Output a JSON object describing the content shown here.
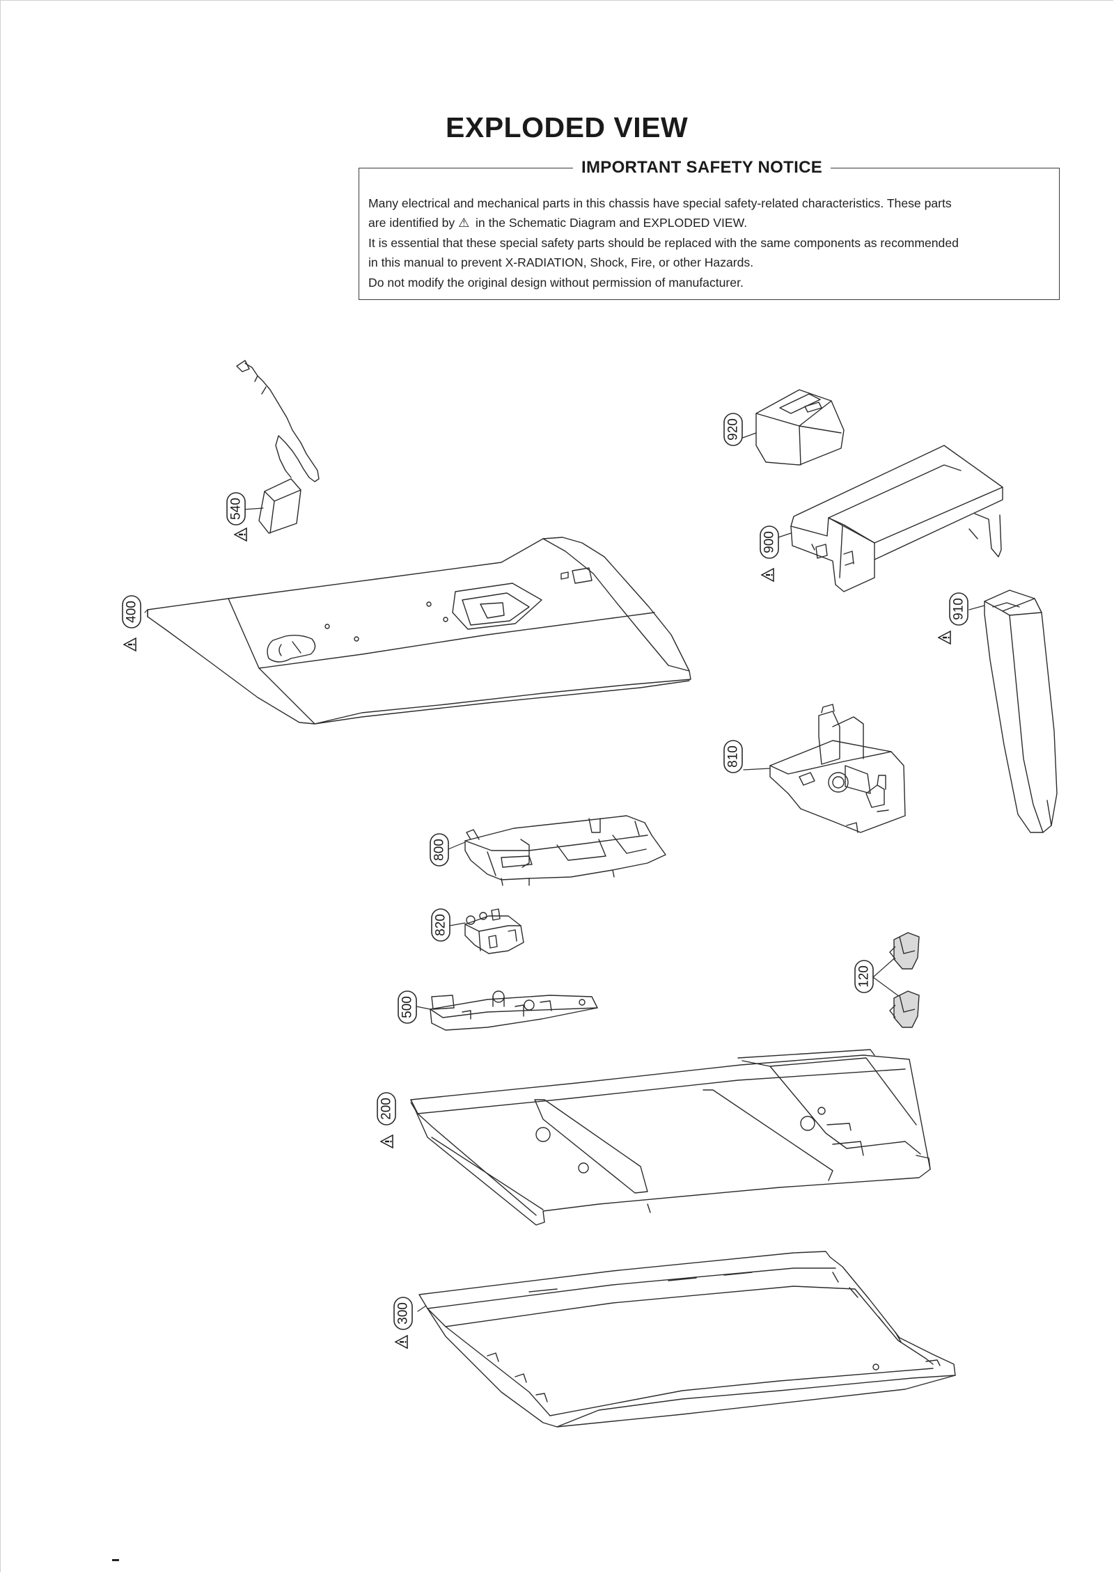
{
  "page": {
    "title": "EXPLODED VIEW"
  },
  "notice": {
    "heading": "IMPORTANT SAFETY NOTICE",
    "line1": "Many electrical and mechanical parts in this chassis have special safety-related characteristics. These parts",
    "line2_before": "are identified by",
    "warning_symbol": "⚠",
    "line2_after": "in the Schematic Diagram and EXPLODED VIEW.",
    "line3": "It is essential that these special safety parts should be replaced with the same components as recommended",
    "line4": "in this manual to prevent X-RADIATION, Shock, Fire, or other Hazards.",
    "line5": "Do not modify the original design without permission of manufacturer."
  },
  "callouts": {
    "p540": "540",
    "p400": "400",
    "p920": "920",
    "p900": "900",
    "p910": "910",
    "p810": "810",
    "p800": "800",
    "p820": "820",
    "p120": "120",
    "p500": "500",
    "p200": "200",
    "p300": "300"
  },
  "safety_marked_parts": [
    "540",
    "400",
    "900",
    "910",
    "200",
    "300"
  ],
  "icons": {
    "safety": "warning-triangle-icon"
  }
}
